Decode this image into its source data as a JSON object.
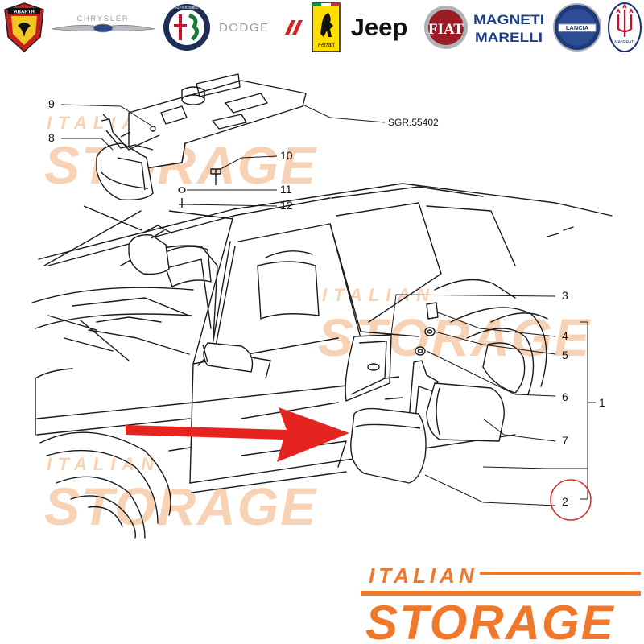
{
  "brands": [
    {
      "name": "Abarth",
      "text": "ABARTH"
    },
    {
      "name": "Chrysler",
      "text": "CHRYSLER"
    },
    {
      "name": "Alfa Romeo",
      "text": "ALFA ROMEO"
    },
    {
      "name": "Dodge",
      "text": "DODGE"
    },
    {
      "name": "Ferrari",
      "text": "Ferrari"
    },
    {
      "name": "Jeep",
      "text": "Jeep"
    },
    {
      "name": "Fiat",
      "text": "FIAT"
    },
    {
      "name": "Magneti Marelli",
      "text_line1": "MAGNETI",
      "text_line2": "MARELLI"
    },
    {
      "name": "Lancia",
      "text": "LANCIA"
    },
    {
      "name": "Maserati",
      "text": "MASERATI"
    }
  ],
  "diagram": {
    "reference_code": "SGR.55402",
    "callouts": [
      "1",
      "2",
      "3",
      "4",
      "5",
      "6",
      "7",
      "8",
      "9",
      "10",
      "11",
      "12"
    ],
    "highlighted_callout": "2"
  },
  "watermark": {
    "line1": "ITALIAN",
    "line2": "STORAGE"
  },
  "footer_logo": {
    "line1": "ITALIAN",
    "line2": "STORAGE"
  },
  "colors": {
    "accent_orange": "#f0782a",
    "watermark_orange": "#f8d2b4",
    "arrow_red": "#e52420",
    "circle_red": "#d9302c",
    "line": "#1a1a1a"
  }
}
